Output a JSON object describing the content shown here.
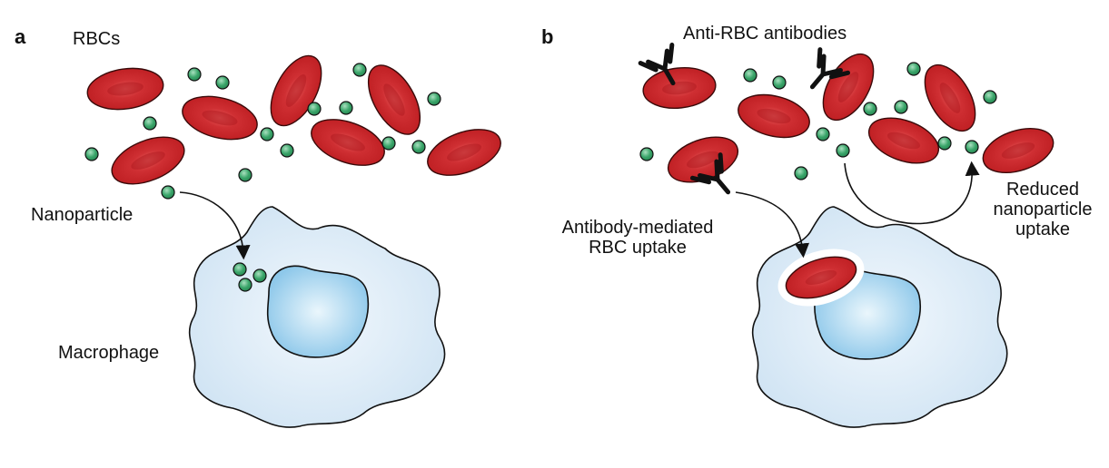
{
  "panel_a": {
    "letter": "a",
    "rbcs_label": "RBCs",
    "nanoparticle_label": "Nanoparticle",
    "macrophage_label": "Macrophage"
  },
  "panel_b": {
    "letter": "b",
    "antibodies_label": "Anti-RBC antibodies",
    "uptake_label_line1": "Antibody-mediated",
    "uptake_label_line2": "RBC uptake",
    "reduced_label_line1": "Reduced",
    "reduced_label_line2": "nanoparticle",
    "reduced_label_line3": "uptake"
  },
  "colors": {
    "rbc_fill": "#c8282c",
    "rbc_center": "#e05050",
    "nanoparticle": "#3aa56a",
    "macrophage_fill": "#dcebf7",
    "nucleus_fill": "#a6d3ee",
    "outline": "#111111"
  }
}
